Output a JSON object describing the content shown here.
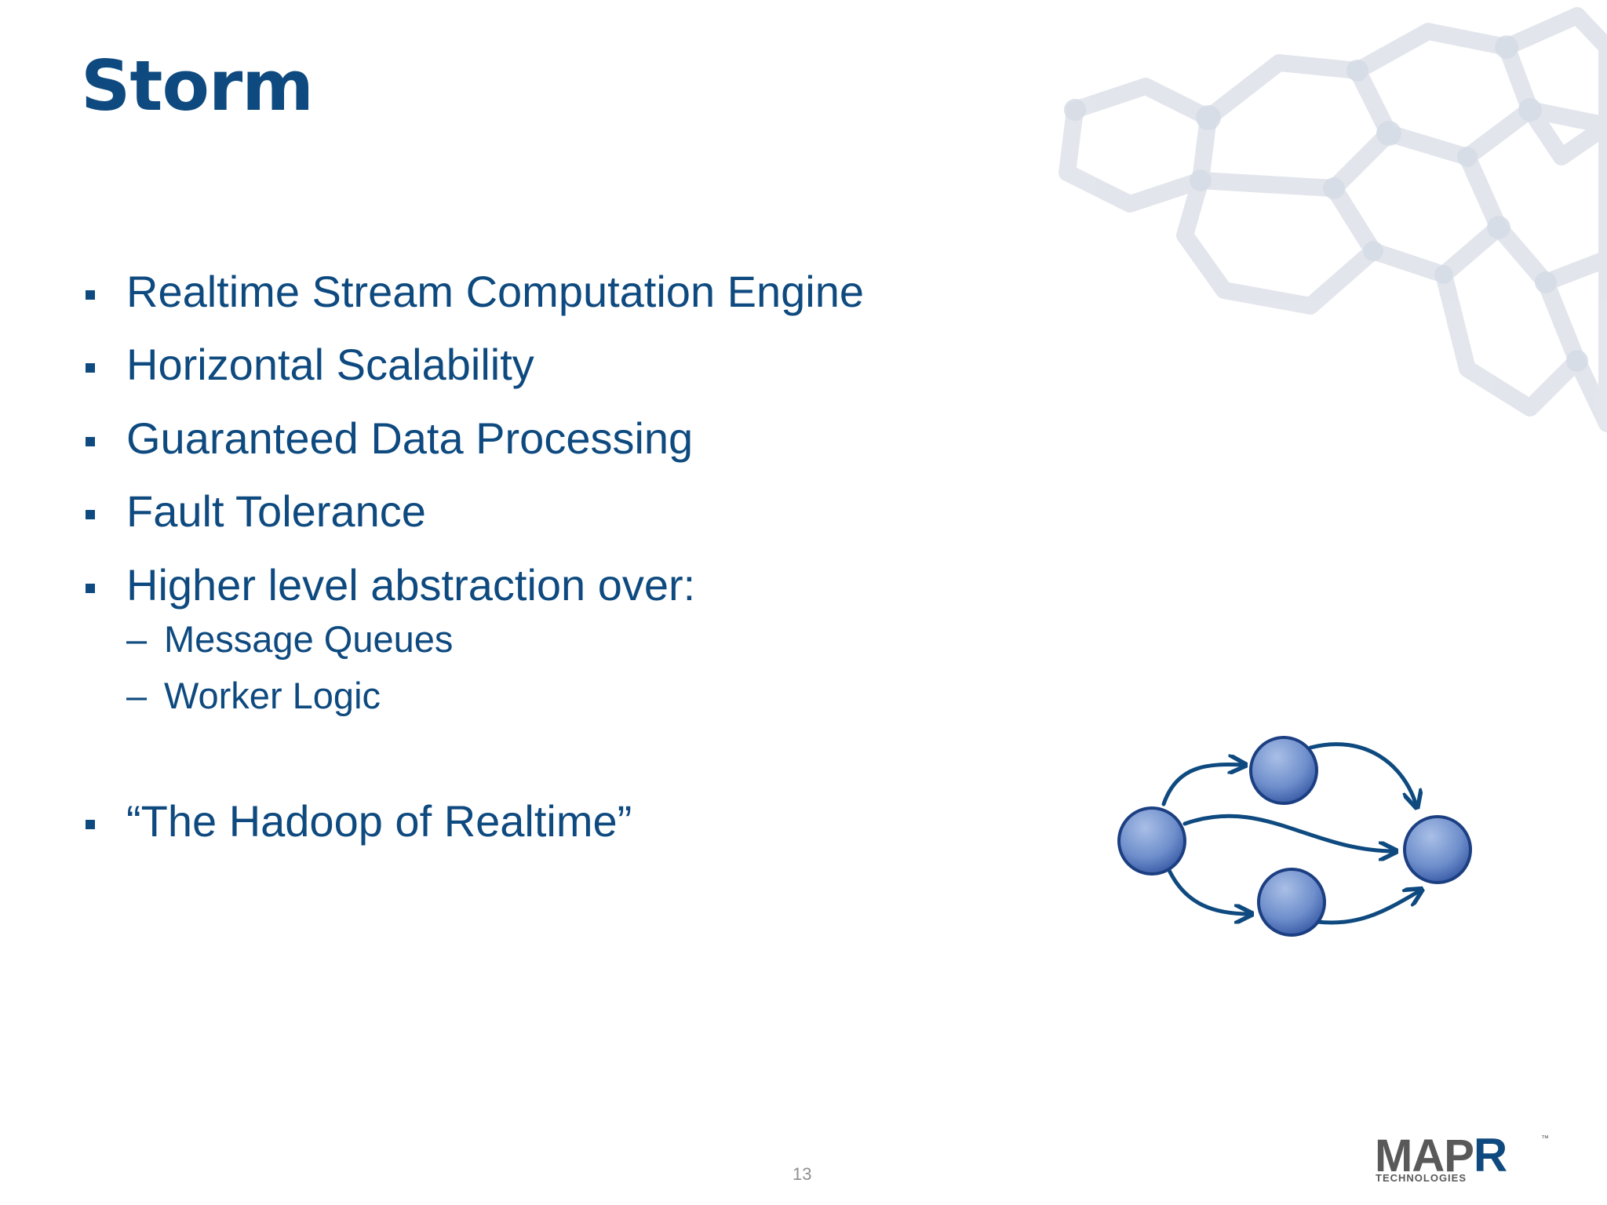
{
  "slide": {
    "title": "Storm",
    "bullets": [
      {
        "text": "Realtime Stream Computation Engine"
      },
      {
        "text": "Horizontal Scalability"
      },
      {
        "text": "Guaranteed Data Processing"
      },
      {
        "text": "Fault Tolerance"
      },
      {
        "text": "Higher level abstraction over:",
        "subitems": [
          "Message Queues",
          "Worker Logic"
        ]
      },
      {
        "text": "“The Hadoop of Realtime”"
      }
    ],
    "sub_marker": "–",
    "page_number": "13"
  },
  "logo": {
    "word_main": "MAP",
    "word_accent": "R",
    "subtitle": "TECHNOLOGIES",
    "trademark": "™"
  },
  "colors": {
    "primary": "#0e4a7f",
    "node_fill_light": "#a9bfe6",
    "node_fill_dark": "#3557a3",
    "page_number": "#8f8f8f",
    "logo_gray": "#595959"
  },
  "icons": {
    "bullet": "square-bullet-icon",
    "background": "molecule-watermark",
    "diagram": "stream-topology-graph"
  }
}
